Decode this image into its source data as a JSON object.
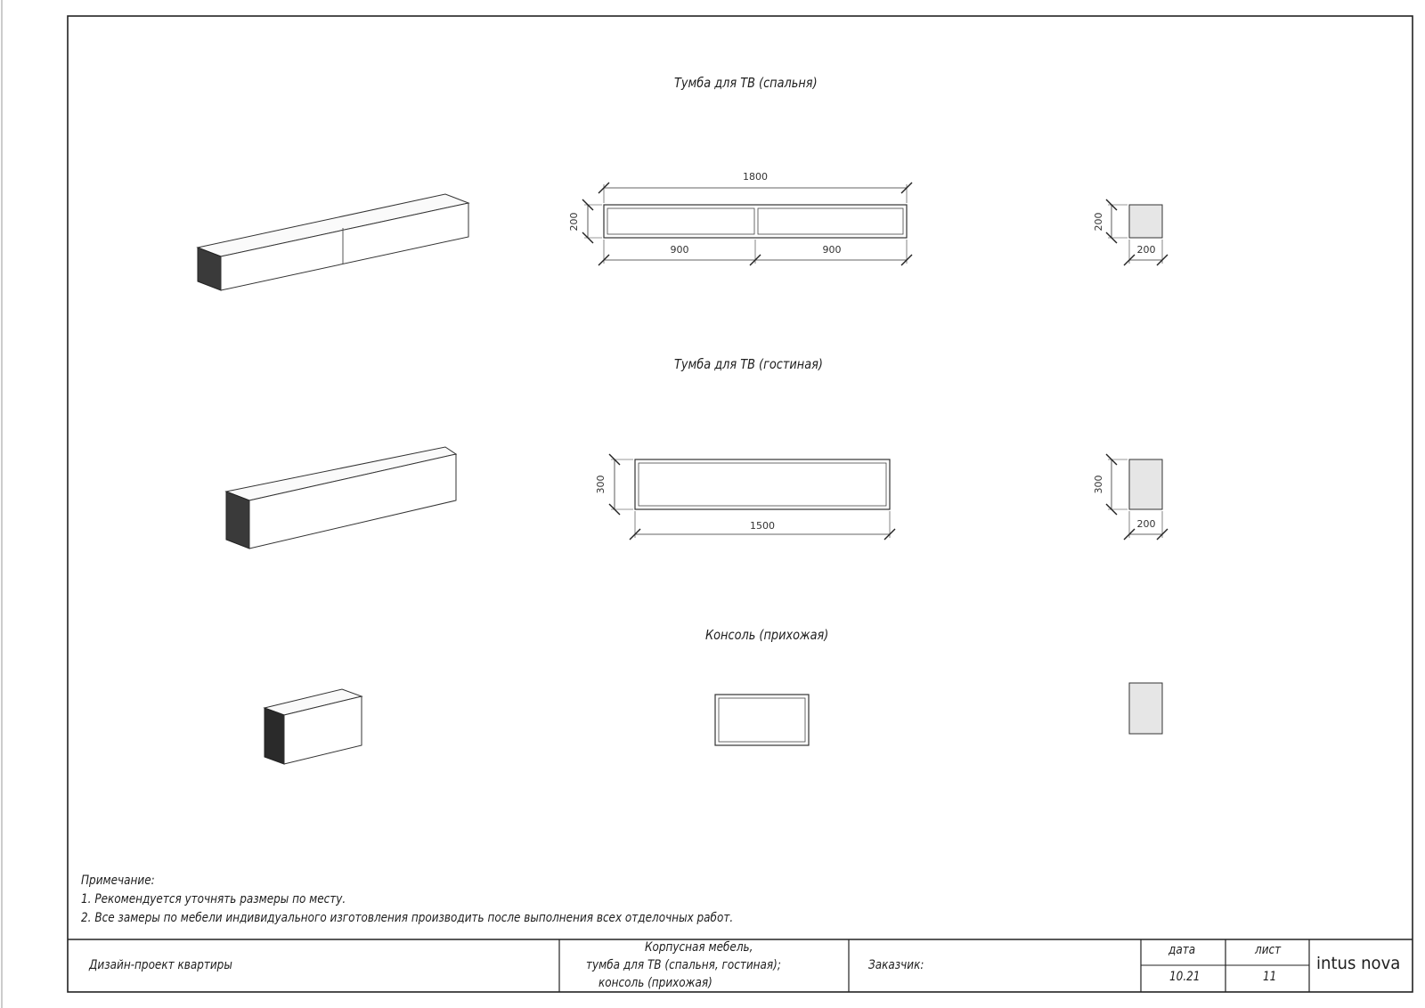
{
  "sections": [
    {
      "title": "Тумба для ТВ (спальня)",
      "dims_front": [
        "1800",
        "200",
        "900",
        "900"
      ],
      "dims_side": [
        "200",
        "200"
      ]
    },
    {
      "title": "Тумба для ТВ (гостиная)",
      "dims_front": [
        "300",
        "1500"
      ],
      "dims_side": [
        "300",
        "200"
      ]
    },
    {
      "title": "Консоль (прихожая)"
    }
  ],
  "notes": {
    "heading": "Примечание:",
    "items": [
      "1. Рекомендуется уточнять размеры по месту.",
      "2. Все замеры по мебели индивидуального изготовления производить после выполнения всех отделочных работ."
    ]
  },
  "title_block": {
    "project": "Дизайн-проект квартиры",
    "description": [
      "Корпусная мебель,",
      "тумба для ТВ (спальня, гостиная);",
      "консоль (прихожая)"
    ],
    "customer_label": "Заказчик:",
    "date_label": "дата",
    "sheet_label": "лист",
    "date": "10.21",
    "sheet": "11",
    "logo": "intus nova"
  },
  "colors": {
    "line": "#333333",
    "side_dark": "#3c3c3c",
    "side_darker": "#2a2a2a",
    "face_light": "#e6e6e6"
  }
}
